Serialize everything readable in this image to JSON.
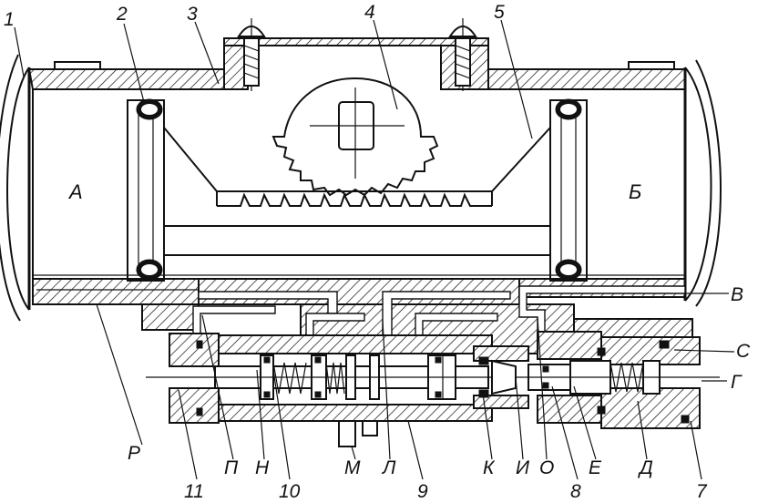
{
  "diagram": {
    "part_numbers": [
      "1",
      "2",
      "3",
      "4",
      "5",
      "7",
      "8",
      "9",
      "10",
      "11"
    ],
    "letters": {
      "A": "А",
      "B": "Б",
      "V": "В",
      "S": "С",
      "G": "Г",
      "D": "Д",
      "E": "Е",
      "O": "О",
      "I": "И",
      "K": "К",
      "L": "Л",
      "M": "М",
      "N": "Н",
      "P": "П",
      "R": "Р"
    }
  }
}
